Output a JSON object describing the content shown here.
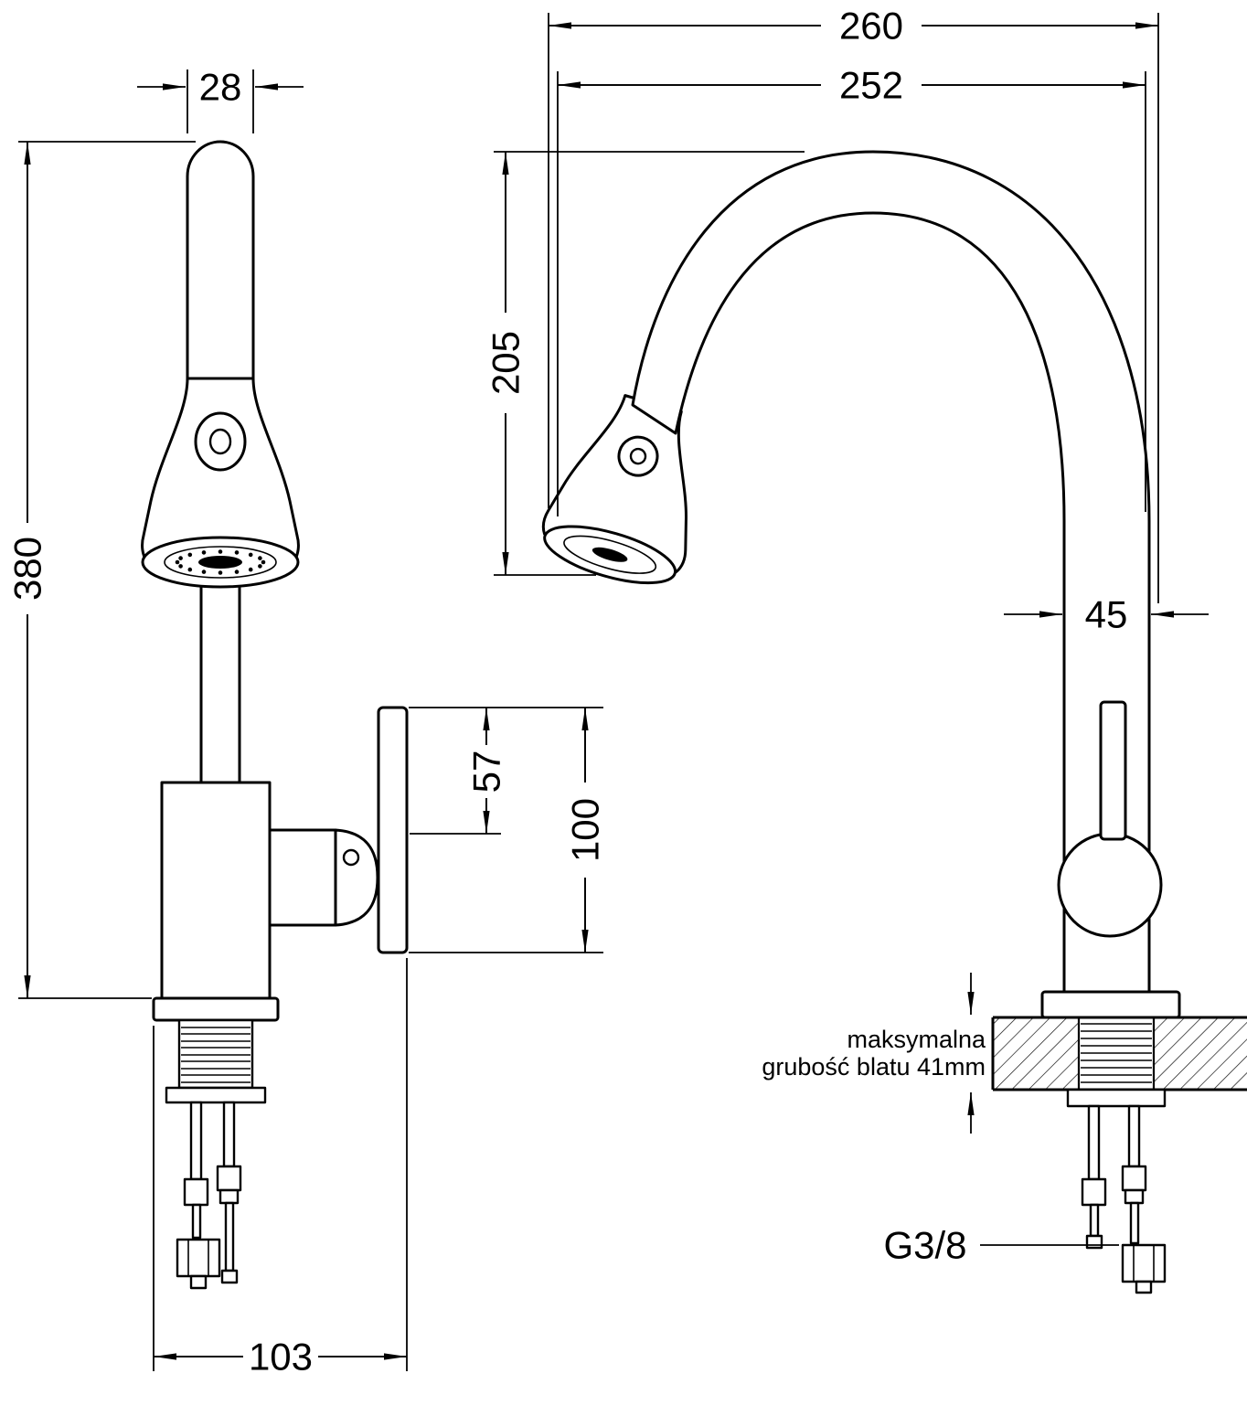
{
  "drawing": {
    "front": {
      "dim_spout_top_width": "28",
      "dim_total_height": "380",
      "dim_handle_pivot_offset": "57",
      "dim_handle_length": "100",
      "dim_base_depth": "103"
    },
    "side": {
      "dim_spout_reach_total": "260",
      "dim_spout_reach": "252",
      "dim_spout_height": "205",
      "dim_body_diameter": "45",
      "note_countertop_line1": "maksymalna",
      "note_countertop_line2": "grubość blatu 41mm",
      "label_thread": "G3/8"
    }
  }
}
